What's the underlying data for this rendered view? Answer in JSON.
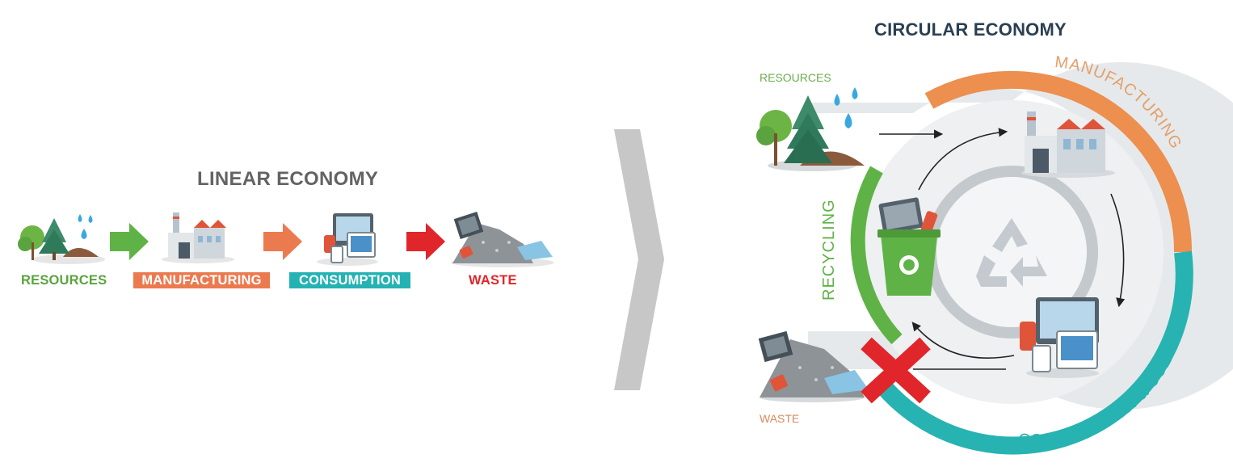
{
  "linear": {
    "title": "LINEAR ECONOMY",
    "stages": [
      {
        "label": "RESOURCES",
        "color": "#5aa33e"
      },
      {
        "label": "MANUFACTURING",
        "color": "#ec7a4f"
      },
      {
        "label": "CONSUMPTION",
        "color": "#25b2b3"
      },
      {
        "label": "WASTE",
        "color": "#e0262a"
      }
    ]
  },
  "circular": {
    "title": "CIRCULAR ECONOMY",
    "resources_label": "RESOURCES",
    "manufacturing_label": "MANUFACTURING",
    "consumption_label": "CONSUMPTION & USE",
    "recycling_label": "RECYCLING",
    "waste_label": "WASTE"
  },
  "colors": {
    "green": "#5fb346",
    "orange": "#ec8f4f",
    "teal": "#27b3b1",
    "red": "#e0262a",
    "grey_chevron": "#c7c7c7",
    "ring_grey": "#dfe3e6"
  },
  "icons": [
    "tree-icon",
    "water-drop-icon",
    "factory-icon",
    "devices-icon",
    "trash-pile-icon",
    "recycle-bin-icon",
    "recycle-symbol-icon",
    "cross-mark-icon",
    "chevron-right-icon"
  ]
}
